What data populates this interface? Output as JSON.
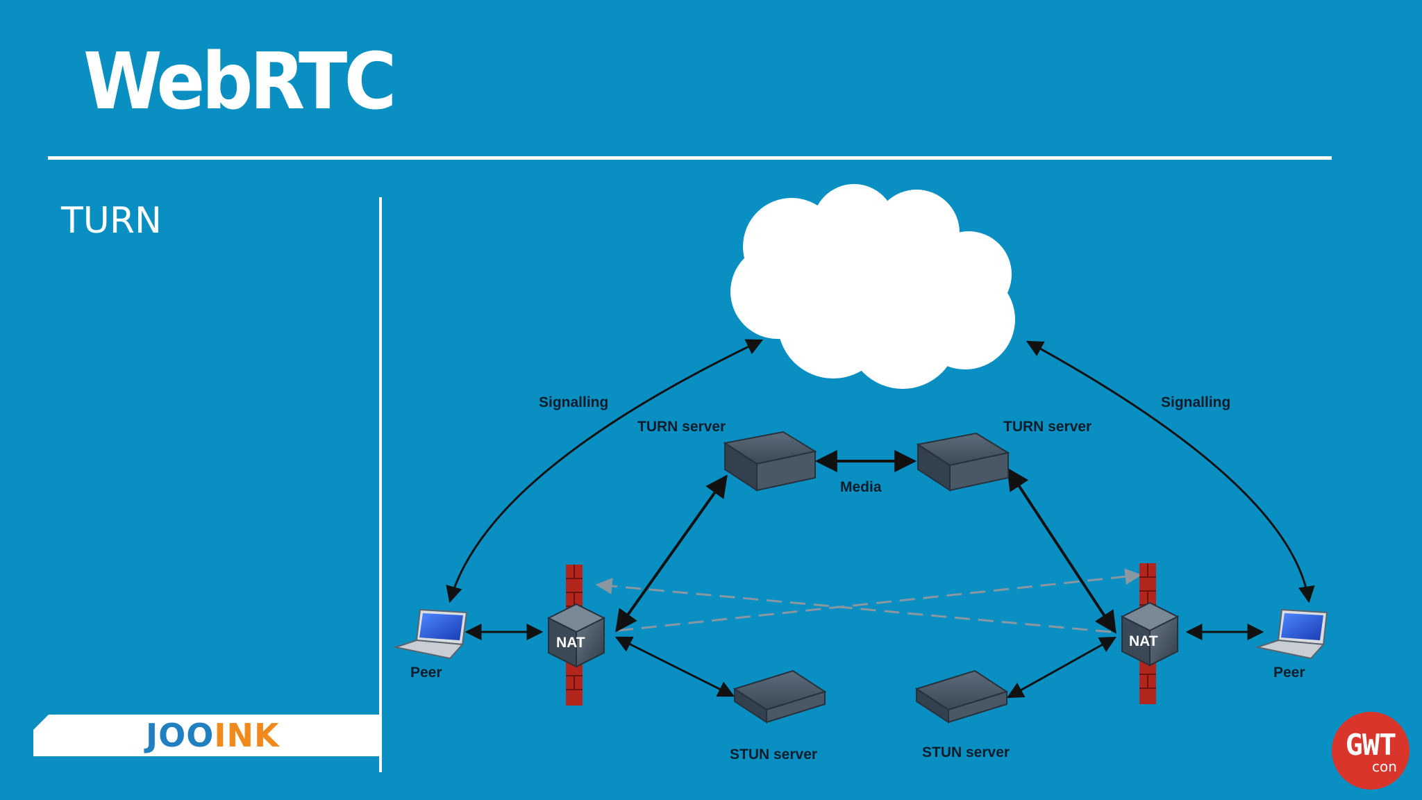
{
  "slide": {
    "title": "WebRTC",
    "section": "TURN"
  },
  "logo": {
    "brand_part1": "JOO",
    "brand_part2": "INK"
  },
  "badge": {
    "main": "GWT",
    "sub": "con"
  },
  "diagram": {
    "labels": {
      "signalling_left": "Signalling",
      "signalling_right": "Signalling",
      "turn_left": "TURN server",
      "turn_right": "TURN server",
      "media": "Media",
      "nat_left": "NAT",
      "nat_right": "NAT",
      "peer_left": "Peer",
      "peer_right": "Peer",
      "stun_left": "STUN server",
      "stun_right": "STUN server"
    },
    "colors": {
      "background": "#0a8fc2",
      "firewall": "#b3261e",
      "server": "#3a4a5a",
      "laptop_screen": "#2b5fd9",
      "arrow": "#111111",
      "dashed_arrow": "#8a96a0"
    }
  }
}
